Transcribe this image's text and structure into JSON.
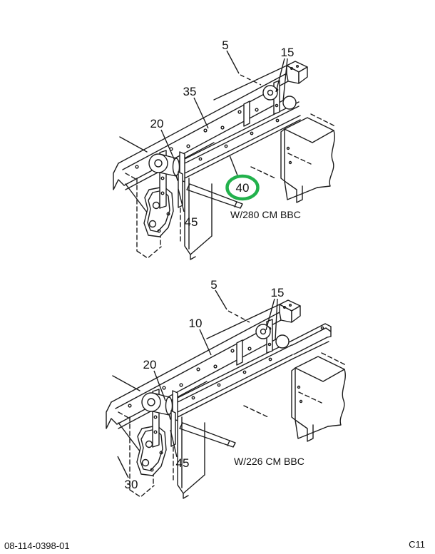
{
  "colors": {
    "background": "#ffffff",
    "line": "#1c1c1c",
    "highlight_green": "#22b14c"
  },
  "top": {
    "caption": "W/280 CM BBC",
    "callouts": {
      "n5": "5",
      "n15": "15",
      "n35": "35",
      "n20": "20",
      "n40": "40",
      "n45": "45"
    },
    "highlighted_callout": "40",
    "highlight_color": "#22b14c"
  },
  "bottom": {
    "caption": "W/226 CM BBC",
    "callouts": {
      "n5": "5",
      "n15": "15",
      "n10": "10",
      "n20": "20",
      "n45": "45",
      "n30": "30"
    }
  },
  "footer": {
    "doc_number": "08-114-0398-01",
    "page_code": "C11"
  }
}
